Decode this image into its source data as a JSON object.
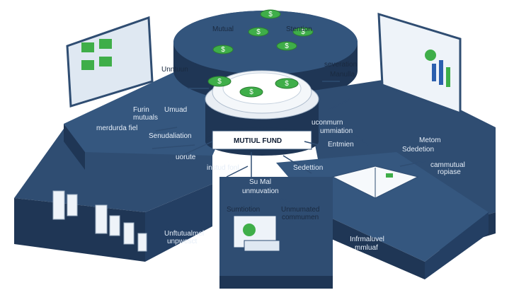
{
  "center": {
    "title": "MUTIUL FUND"
  },
  "labels": {
    "mutual": "Mutual",
    "stention": "Stention",
    "unntuun": "Unntuun",
    "severation": "severation",
    "manulla": "Manulla",
    "furin": "Furin",
    "mutuals": "mutuals",
    "umuad": "Umuad",
    "meridurda": "merdurda fiel",
    "senudalion": "Senudaliation",
    "uorute": "uorute",
    "instud_fonl": "instud fonl",
    "uconmurn": "uconmurn",
    "ummiation": "ummiation",
    "entmien": "Entmien",
    "metom": "Metom",
    "sdedetion": "Sdedetion",
    "sedetion": "Sedettion",
    "cammutual": "cammutual",
    "ropiase": "ropiase",
    "su_mal": "Su Mal",
    "unmuvation": "unmuvation",
    "sumtiotion": "Sumtiotion",
    "unmunated": "Unmumated",
    "commumen": "commumen",
    "unfutualmet": "Unftutualmel",
    "unpwesct": "unpwesct",
    "infrmaluvel": "Infrmaluvel",
    "mmluaf": "mmluaf"
  },
  "colors": {
    "platform_top": "#2f4d72",
    "platform_side": "#1f3655",
    "accent_green": "#3fae49",
    "screen_blue": "#e8f1fb"
  }
}
